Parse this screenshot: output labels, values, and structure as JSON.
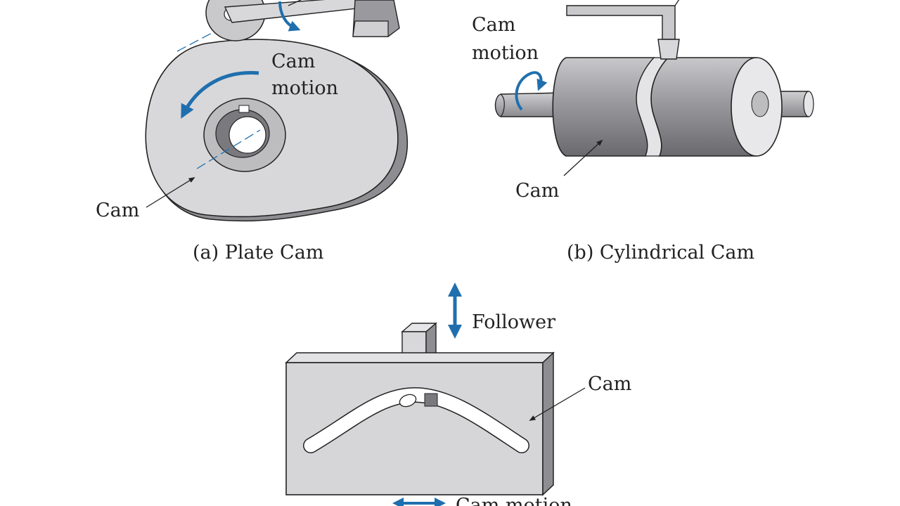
{
  "colors": {
    "arrow": "#1f6fae",
    "body_light": "#d8d8da",
    "body_mid": "#a9a9ac",
    "body_dark": "#6e6e72",
    "outline": "#222222"
  },
  "plate_cam": {
    "motion_label_1": "Cam",
    "motion_label_2": "motion",
    "part_label": "Cam",
    "caption": "(a) Plate Cam"
  },
  "cylindrical_cam": {
    "motion_label_1": "Cam",
    "motion_label_2": "motion",
    "part_label": "Cam",
    "caption": "(b) Cylindrical Cam"
  },
  "linear_cam": {
    "follower_label": "Follower",
    "part_label": "Cam",
    "motion_label": "Cam motion"
  }
}
